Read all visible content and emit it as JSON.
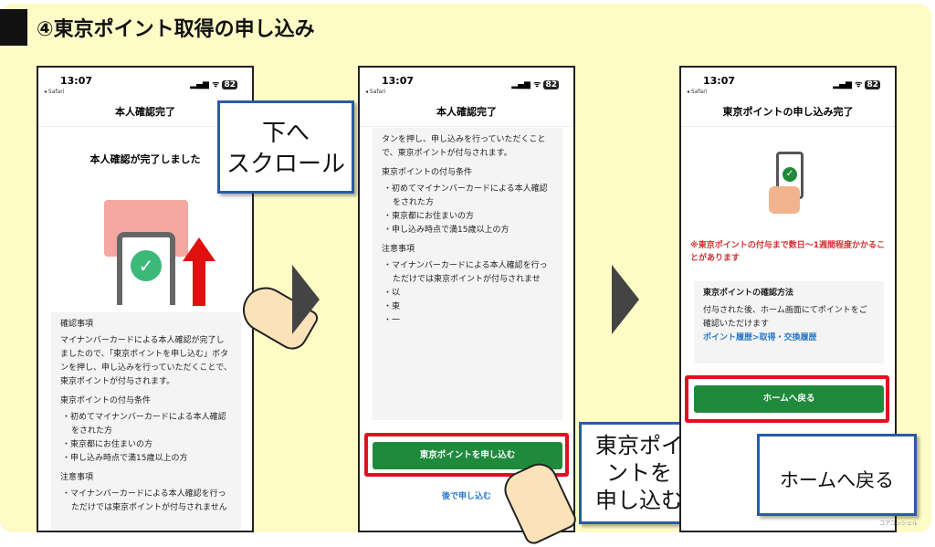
{
  "title": "④東京ポイント取得の申し込み",
  "status": {
    "time": "13:07",
    "back": "◂ Safari",
    "signal": "▂▄▆ ᯤ",
    "battery": "82"
  },
  "phone1": {
    "header": "本人確認完了",
    "heading": "本人確認が完了しました",
    "confirm_title": "確認事項",
    "confirm_text": "マイナンバーカードによる本人確認が完了しましたので、「東京ポイントを申し込む」ボタンを押し、申し込みを行っていただくことで、東京ポイントが付与されます。",
    "cond_title": "東京ポイントの付与条件",
    "conds": [
      "初めてマイナンバーカードによる本人確認をされた方",
      "東京都にお住まいの方",
      "申し込み時点で満15歳以上の方"
    ],
    "notes_title": "注意事項",
    "notes": [
      "マイナンバーカードによる本人確認を行っただけでは東京ポイントが付与されません"
    ]
  },
  "phone2": {
    "header": "本人確認完了",
    "text": "タンを押し、申し込みを行っていただくことで、東京ポイントが付与されます。",
    "cond_title": "東京ポイントの付与条件",
    "conds": [
      "初めてマイナンバーカードによる本人確認をされた方",
      "東京都にお住まいの方",
      "申し込み時点で満15歳以上の方"
    ],
    "notes_title": "注意事項",
    "notes": [
      "マイナンバーカードによる本人確認を行っただけでは東京ポイントが付与されませ",
      "以",
      "東",
      "一"
    ],
    "apply_button": "東京ポイントを申し込む",
    "later_link": "後で申し込む"
  },
  "phone3": {
    "header": "東京ポイントの申し込み完了",
    "warning": "※東京ポイントの付与まで数日〜1週間程度かかることがあります",
    "info_title": "東京ポイントの確認方法",
    "info_text": "付与された後、ホーム画面にてポイントをご確認いただけます",
    "info_link": "ポイント履歴>取得・交換履歴",
    "home_button": "ホームへ戻る"
  },
  "callouts": {
    "scroll": "下へ\nスクロール",
    "apply": "東京ポイントを\n申し込む",
    "home": "ホームへ戻る"
  },
  "watermark": "コアコンシェル",
  "colors": {
    "accent_green": "#1f8a3c",
    "highlight_red": "#e01020",
    "callout_border": "#2a5aa8",
    "background": "#fdfbc6"
  }
}
